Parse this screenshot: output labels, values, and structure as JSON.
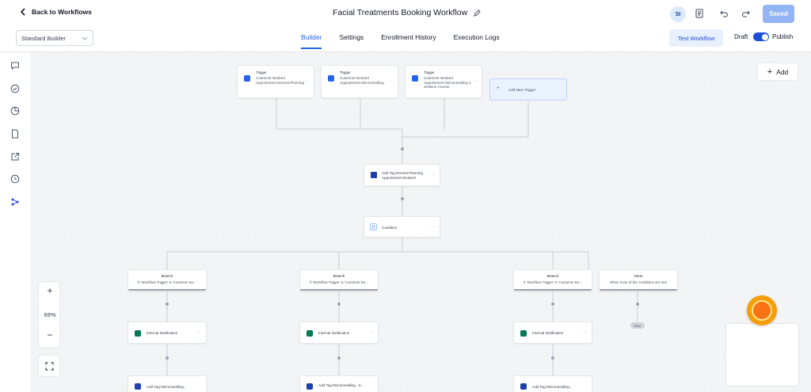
{
  "header": {
    "back_label": "Back to Workflows",
    "workflow_title": "Facial Treatments Booking Workflow",
    "avatar_initials": "SI",
    "saved_label": "Saved"
  },
  "subbar": {
    "builder_select": "Standard Builder",
    "tabs": [
      {
        "label": "Builder",
        "active": true
      },
      {
        "label": "Settings",
        "active": false
      },
      {
        "label": "Enrollment History",
        "active": false
      },
      {
        "label": "Execution Logs",
        "active": false
      }
    ],
    "test_workflow_label": "Test Workflow",
    "draft_label": "Draft",
    "publish_label": "Publish"
  },
  "canvas": {
    "add_label": "Add",
    "zoom_level": "69%",
    "triggers": [
      {
        "title": "Trigger",
        "text": "Customer Booked Appointment Dermal Planning"
      },
      {
        "title": "Trigger",
        "text": "Customer Booked Appointment Microneedling"
      },
      {
        "title": "Trigger",
        "text": "Customer Booked Appointment Microneedling 3 Session Course"
      }
    ],
    "add_trigger_label": "Add New Trigger",
    "action_tag": "Add Tag Dermal Planning Appointment Booked",
    "condition_label": "Condition",
    "branches": [
      {
        "title": "Branch",
        "text": "If 'Workflow Trigger' is 'Customer Bo..."
      },
      {
        "title": "Branch",
        "text": "If 'Workflow Trigger' is 'Customer Bo..."
      },
      {
        "title": "Branch",
        "text": "If 'Workflow Trigger' is 'Customer Bo..."
      },
      {
        "title": "None",
        "text": "When none of the conditions are met"
      }
    ],
    "notifications": [
      "Internal Notification",
      "Internal Notification",
      "Internal Notification"
    ],
    "bottom_actions": [
      "Add Tag Microneedling...",
      "Add Tag Microneedling - 3...",
      "Add Tag Microneedling..."
    ],
    "end_label": "END"
  },
  "colors": {
    "accent": "#2563eb",
    "saved_bg": "#93b4f5",
    "canvas_bg": "#f3f4f6"
  }
}
